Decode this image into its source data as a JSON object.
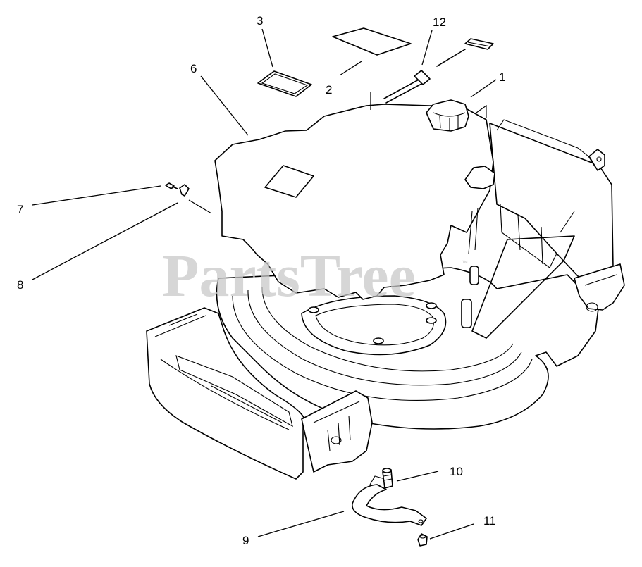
{
  "diagram": {
    "watermark": "PartsTree",
    "watermark_mark": "™",
    "callouts": [
      {
        "id": "1",
        "label": "1"
      },
      {
        "id": "2",
        "label": "2"
      },
      {
        "id": "3",
        "label": "3"
      },
      {
        "id": "6",
        "label": "6"
      },
      {
        "id": "7",
        "label": "7"
      },
      {
        "id": "8",
        "label": "8"
      },
      {
        "id": "9",
        "label": "9"
      },
      {
        "id": "10",
        "label": "10"
      },
      {
        "id": "11",
        "label": "11"
      },
      {
        "id": "12",
        "label": "12"
      }
    ]
  },
  "colors": {
    "ink": "#000000",
    "background": "#ffffff",
    "watermark": "#c9c9c9"
  }
}
